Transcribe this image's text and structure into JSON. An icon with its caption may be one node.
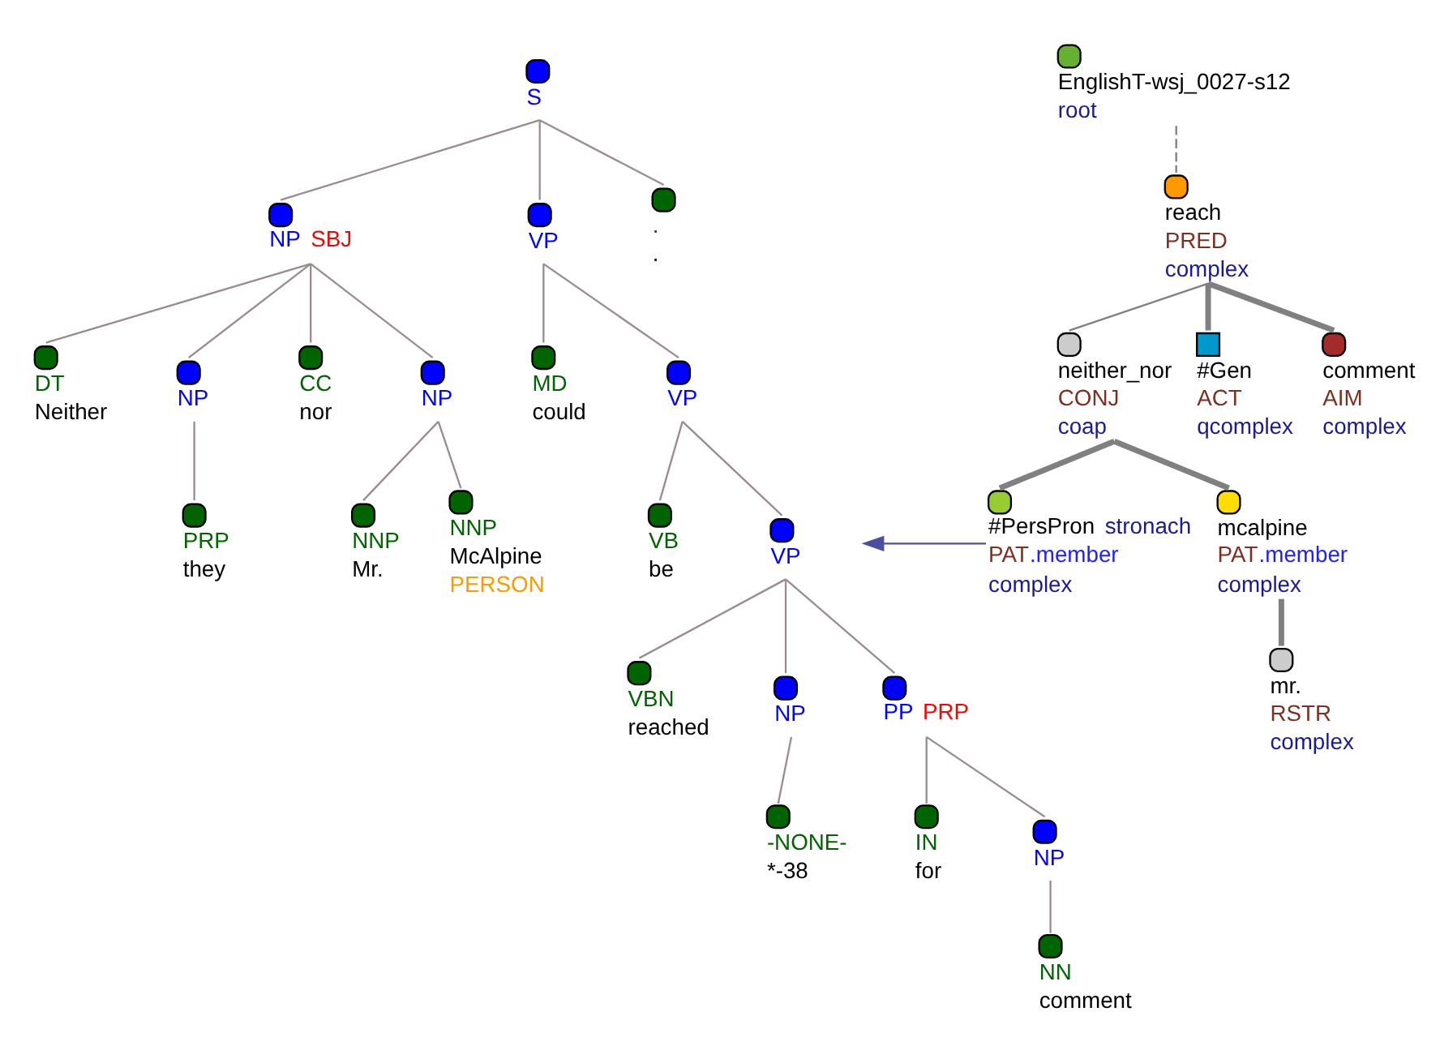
{
  "diagram": {
    "nodes": [
      {
        "text": [
          "S"
        ]
      },
      {
        "text": [
          "NP",
          "SBJ"
        ]
      },
      {
        "text": [
          "VP"
        ]
      },
      {
        "text": [
          ".",
          "."
        ]
      },
      {
        "text": [
          "DT",
          "Neither"
        ]
      },
      {
        "text": [
          "NP"
        ]
      },
      {
        "text": [
          "CC",
          "nor"
        ]
      },
      {
        "text": [
          "NP"
        ]
      },
      {
        "text": [
          "MD",
          "could"
        ]
      },
      {
        "text": [
          "VP"
        ]
      },
      {
        "text": [
          "PRP",
          "they"
        ]
      },
      {
        "text": [
          "NNP",
          "Mr."
        ]
      },
      {
        "text": [
          "NNP",
          "McAlpine",
          "PERSON"
        ]
      },
      {
        "text": [
          "VB",
          "be"
        ]
      },
      {
        "text": [
          "VP"
        ]
      },
      {
        "text": [
          "VBN",
          "reached"
        ]
      },
      {
        "text": [
          "NP"
        ]
      },
      {
        "text": [
          "PP",
          "PRP"
        ]
      },
      {
        "text": [
          "-NONE-",
          "*-38"
        ]
      },
      {
        "text": [
          "IN",
          "for"
        ]
      },
      {
        "text": [
          "NP"
        ]
      },
      {
        "text": [
          "NN",
          "comment"
        ]
      },
      {
        "text": [
          "EnglishT-wsj_0027-s12",
          "root"
        ]
      },
      {
        "text": [
          "reach",
          "PRED",
          "complex"
        ]
      },
      {
        "text": [
          "neither_nor",
          "CONJ",
          "coap"
        ]
      },
      {
        "text": [
          "#Gen",
          "ACT",
          "qcomplex"
        ]
      },
      {
        "text": [
          "comment",
          "AIM",
          "complex"
        ]
      },
      {
        "text": [
          "#PersPron",
          "stronach",
          "PAT",
          ".member",
          "complex"
        ]
      },
      {
        "text": [
          "mcalpine",
          "PAT",
          ".member",
          "complex"
        ]
      },
      {
        "text": [
          "mr.",
          "RSTR",
          "complex"
        ]
      }
    ],
    "edges": [
      {
        "from": 0,
        "to": 1,
        "arrow": "none"
      },
      {
        "from": 0,
        "to": 2,
        "arrow": "none"
      },
      {
        "from": 0,
        "to": 3,
        "arrow": "none"
      },
      {
        "from": 1,
        "to": 4,
        "arrow": "none"
      },
      {
        "from": 1,
        "to": 5,
        "arrow": "none"
      },
      {
        "from": 1,
        "to": 6,
        "arrow": "none"
      },
      {
        "from": 1,
        "to": 7,
        "arrow": "none"
      },
      {
        "from": 2,
        "to": 8,
        "arrow": "none"
      },
      {
        "from": 2,
        "to": 9,
        "arrow": "none"
      },
      {
        "from": 5,
        "to": 10,
        "arrow": "none"
      },
      {
        "from": 7,
        "to": 11,
        "arrow": "none"
      },
      {
        "from": 7,
        "to": 12,
        "arrow": "none"
      },
      {
        "from": 9,
        "to": 13,
        "arrow": "none"
      },
      {
        "from": 9,
        "to": 14,
        "arrow": "none"
      },
      {
        "from": 14,
        "to": 15,
        "arrow": "none"
      },
      {
        "from": 14,
        "to": 16,
        "arrow": "none"
      },
      {
        "from": 14,
        "to": 17,
        "arrow": "none"
      },
      {
        "from": 16,
        "to": 18,
        "arrow": "none"
      },
      {
        "from": 17,
        "to": 19,
        "arrow": "none"
      },
      {
        "from": 17,
        "to": 20,
        "arrow": "none"
      },
      {
        "from": 20,
        "to": 21,
        "arrow": "none"
      },
      {
        "from": 22,
        "to": 23,
        "arrow": "none",
        "style": "dashed",
        "color": "#808080"
      },
      {
        "from": 23,
        "to": 24,
        "arrow": "none",
        "color": "#808080"
      },
      {
        "from": 23,
        "to": 25,
        "arrow": "none",
        "style": "thick",
        "color": "#808080"
      },
      {
        "from": 23,
        "to": 26,
        "arrow": "none",
        "style": "thick",
        "color": "#808080"
      },
      {
        "from": 24,
        "to": 27,
        "arrow": "none",
        "style": "thick",
        "color": "#808080"
      },
      {
        "from": 24,
        "to": 28,
        "arrow": "none",
        "style": "thick",
        "color": "#808080"
      },
      {
        "from": 28,
        "to": 29,
        "arrow": "none",
        "style": "thick",
        "color": "#808080"
      },
      {
        "from": 27,
        "to": null,
        "arrow": "to",
        "color": "#4b4fa0"
      }
    ]
  }
}
